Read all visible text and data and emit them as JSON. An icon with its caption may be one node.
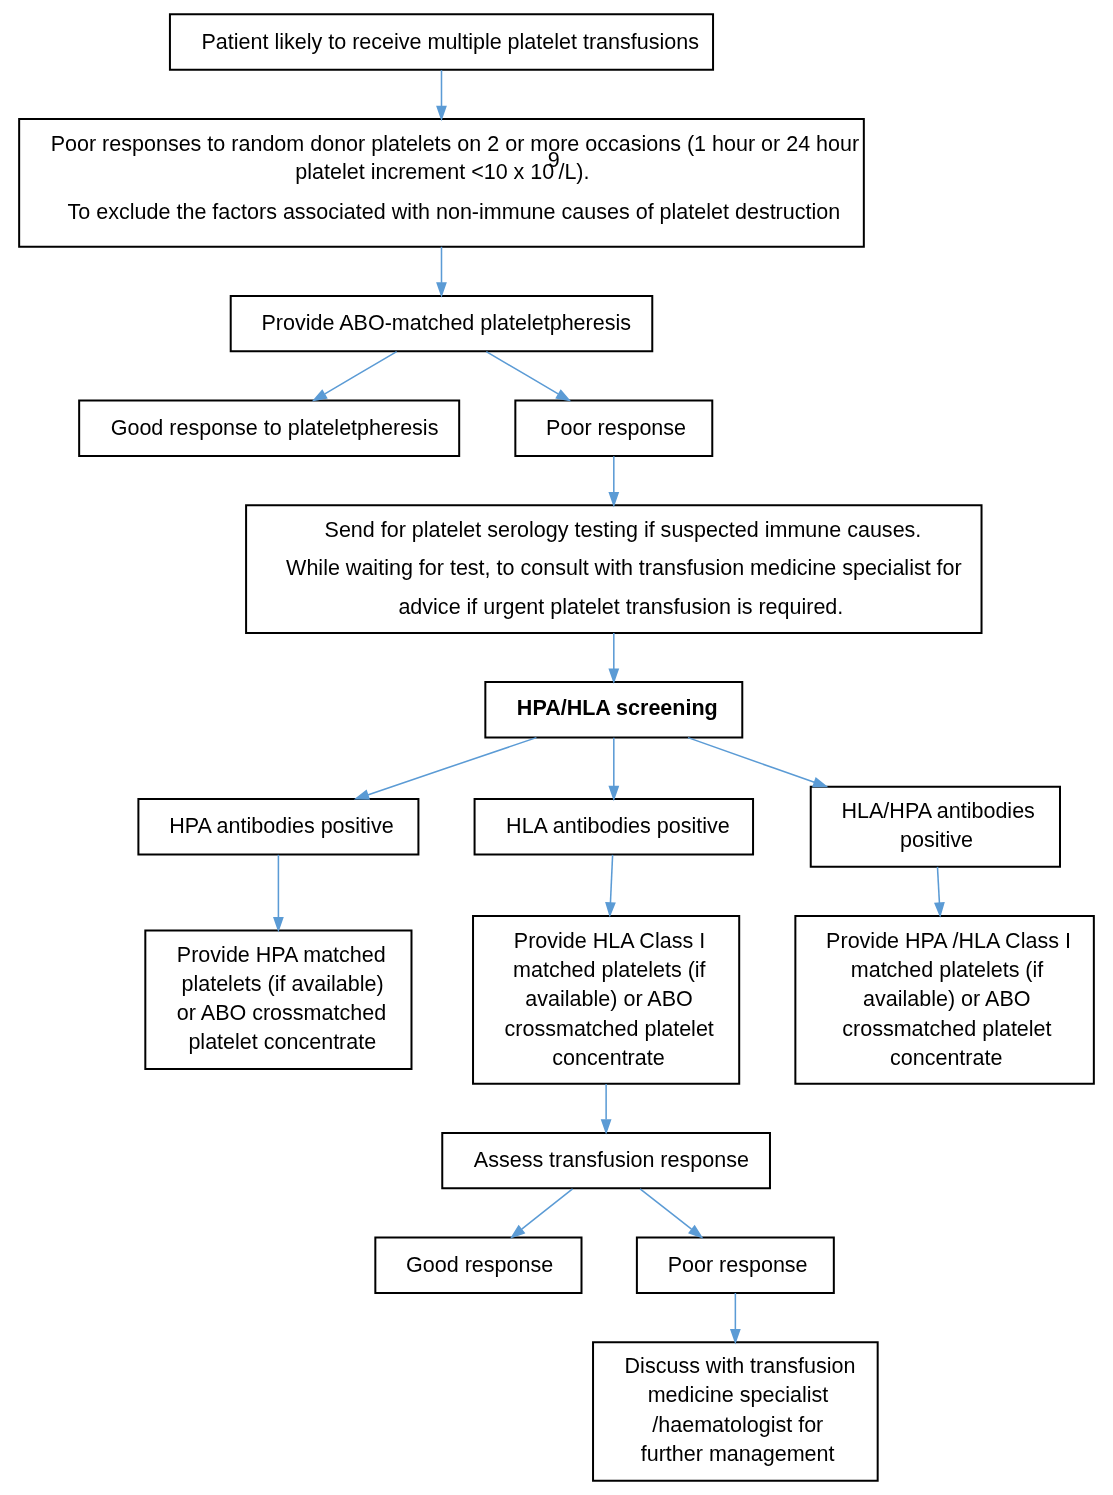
{
  "diagram": {
    "nodes": [
      {
        "text": [
          "Patient likely to receive multiple platelet transfusions"
        ]
      },
      {
        "text": [
          "Poor responses to random donor platelets on 2 or more occasions (1 hour or 24 hour platelet increment <10 x 10$^{9}$/L).",
          "To exclude the factors associated with non-immune causes of platelet destruction"
        ]
      },
      {
        "text": [
          "Provide ABO-matched plateletpheresis"
        ]
      },
      {
        "text": [
          "Good response to plateletpheresis"
        ]
      },
      {
        "text": [
          "Poor response"
        ]
      },
      {
        "text": [
          "Send for platelet serology testing if suspected immune causes.",
          "While waiting for test, to consult with transfusion medicine specialist for advice if urgent platelet transfusion is required."
        ]
      },
      {
        "text": [
          "HPA/HLA screening"
        ]
      },
      {
        "text": [
          "HPA antibodies positive"
        ]
      },
      {
        "text": [
          "HLA antibodies positive"
        ]
      },
      {
        "text": [
          "HLA/HPA antibodies positive"
        ]
      },
      {
        "text": [
          "Provide HPA matched platelets (if available) or ABO crossmatched platelet concentrate"
        ]
      },
      {
        "text": [
          "Provide HLA Class I matched platelets (if available) or ABO crossmatched platelet concentrate"
        ]
      },
      {
        "text": [
          "Provide HPA /HLA Class I matched platelets (if available) or ABO crossmatched platelet concentrate"
        ]
      },
      {
        "text": [
          "Assess transfusion response"
        ]
      },
      {
        "text": [
          "Good response"
        ]
      },
      {
        "text": [
          "Poor response"
        ]
      },
      {
        "text": [
          "Discuss with transfusion medicine specialist /haematologist for further management"
        ]
      }
    ],
    "edges": [
      {
        "from": 0,
        "to": 1,
        "arrow": "to"
      },
      {
        "from": 1,
        "to": 2,
        "arrow": "to"
      },
      {
        "from": 2,
        "to": 3,
        "arrow": "to"
      },
      {
        "from": 2,
        "to": 4,
        "arrow": "to"
      },
      {
        "from": 4,
        "to": 5,
        "arrow": "to"
      },
      {
        "from": 5,
        "to": 6,
        "arrow": "to"
      },
      {
        "from": 6,
        "to": 7,
        "arrow": "to"
      },
      {
        "from": 6,
        "to": 8,
        "arrow": "to"
      },
      {
        "from": 6,
        "to": 9,
        "arrow": "to"
      },
      {
        "from": 7,
        "to": 10,
        "arrow": "to"
      },
      {
        "from": 8,
        "to": 11,
        "arrow": "to"
      },
      {
        "from": 9,
        "to": 12,
        "arrow": "to"
      },
      {
        "from": 11,
        "to": 13,
        "arrow": "to"
      },
      {
        "from": 13,
        "to": 14,
        "arrow": "to"
      },
      {
        "from": 13,
        "to": 15,
        "arrow": "to"
      },
      {
        "from": 15,
        "to": 16,
        "arrow": "to"
      }
    ]
  }
}
